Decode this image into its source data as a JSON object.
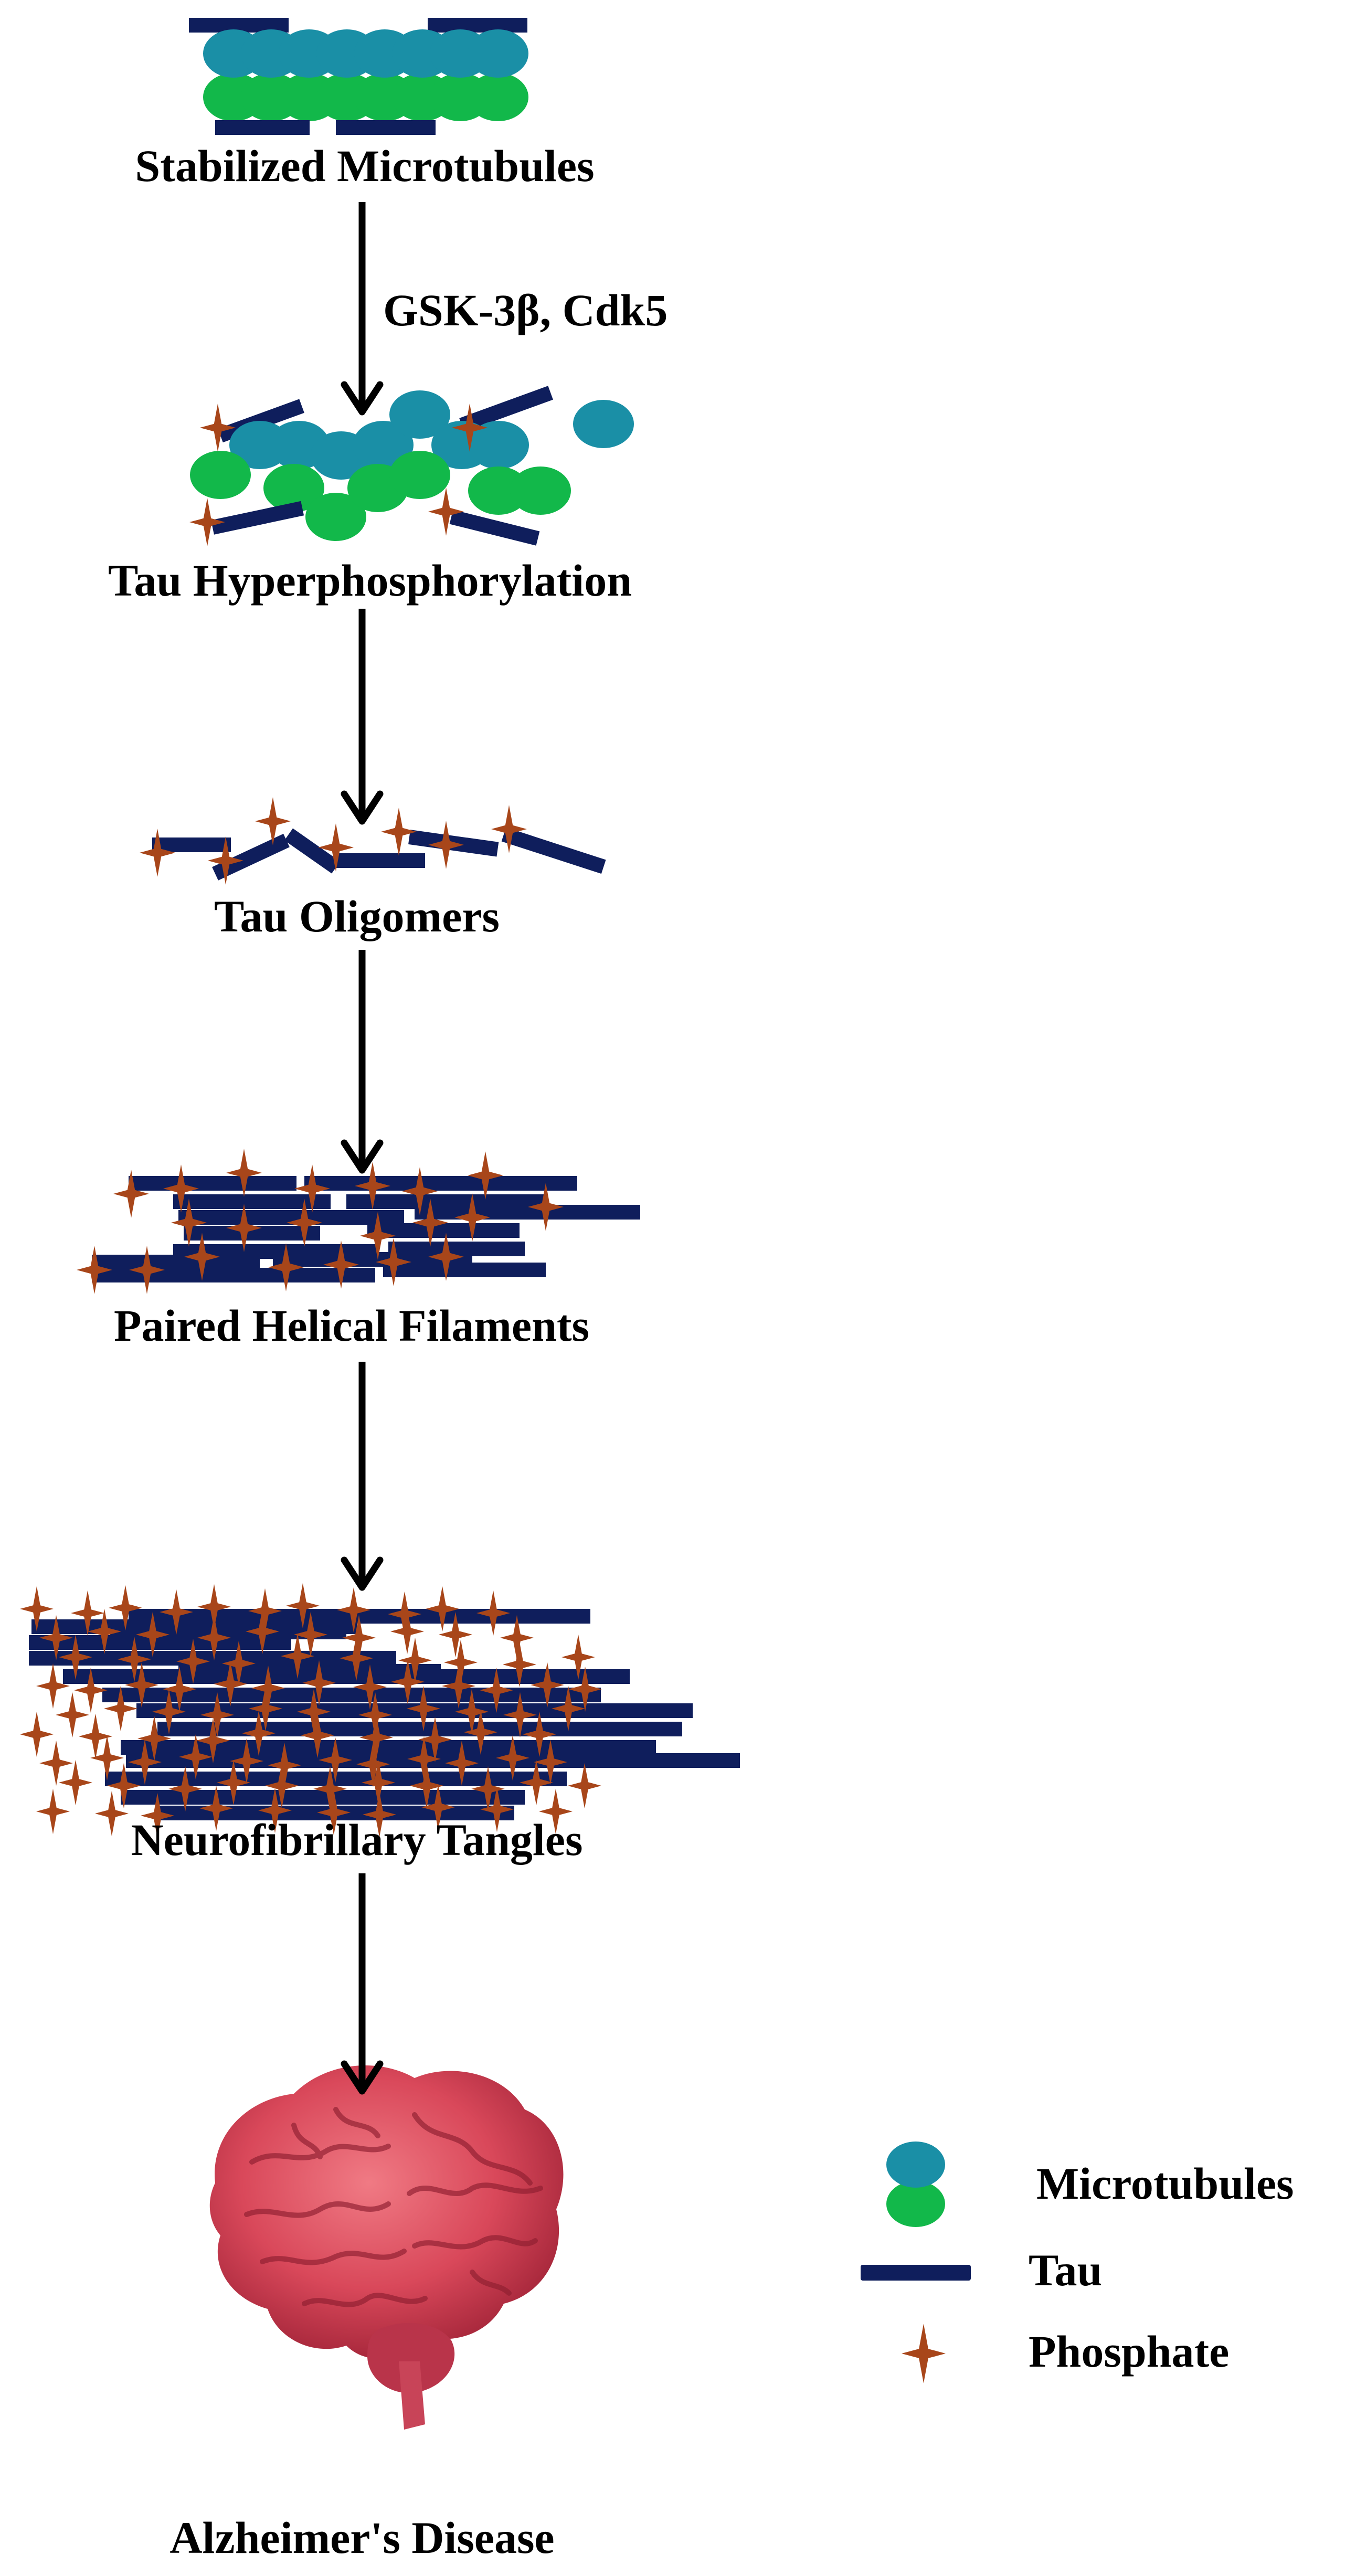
{
  "colors": {
    "microtubule_top": "#1A8FA6",
    "microtubule_bottom": "#12B84A",
    "tau": "#0F1E5C",
    "phosphate": "#A8461A",
    "arrow": "#000000",
    "text": "#000000",
    "brain": "#D9485A"
  },
  "stages": [
    {
      "label": "Stabilized Microtubules"
    },
    {
      "label": "Tau Hyperphosphorylation"
    },
    {
      "label": "Tau Oligomers"
    },
    {
      "label": "Paired Helical Filaments"
    },
    {
      "label": "Neurofibrillary Tangles"
    },
    {
      "label": "Alzheimer's Disease"
    }
  ],
  "arrows": [
    {
      "label": "GSK-3β, Cdk5"
    },
    {
      "label": ""
    },
    {
      "label": ""
    },
    {
      "label": ""
    },
    {
      "label": ""
    }
  ],
  "legend": {
    "items": [
      {
        "label": "Microtubules",
        "icon": "microtubule-icon"
      },
      {
        "label": "Tau",
        "icon": "tau-icon"
      },
      {
        "label": "Phosphate",
        "icon": "phosphate-icon"
      }
    ]
  }
}
